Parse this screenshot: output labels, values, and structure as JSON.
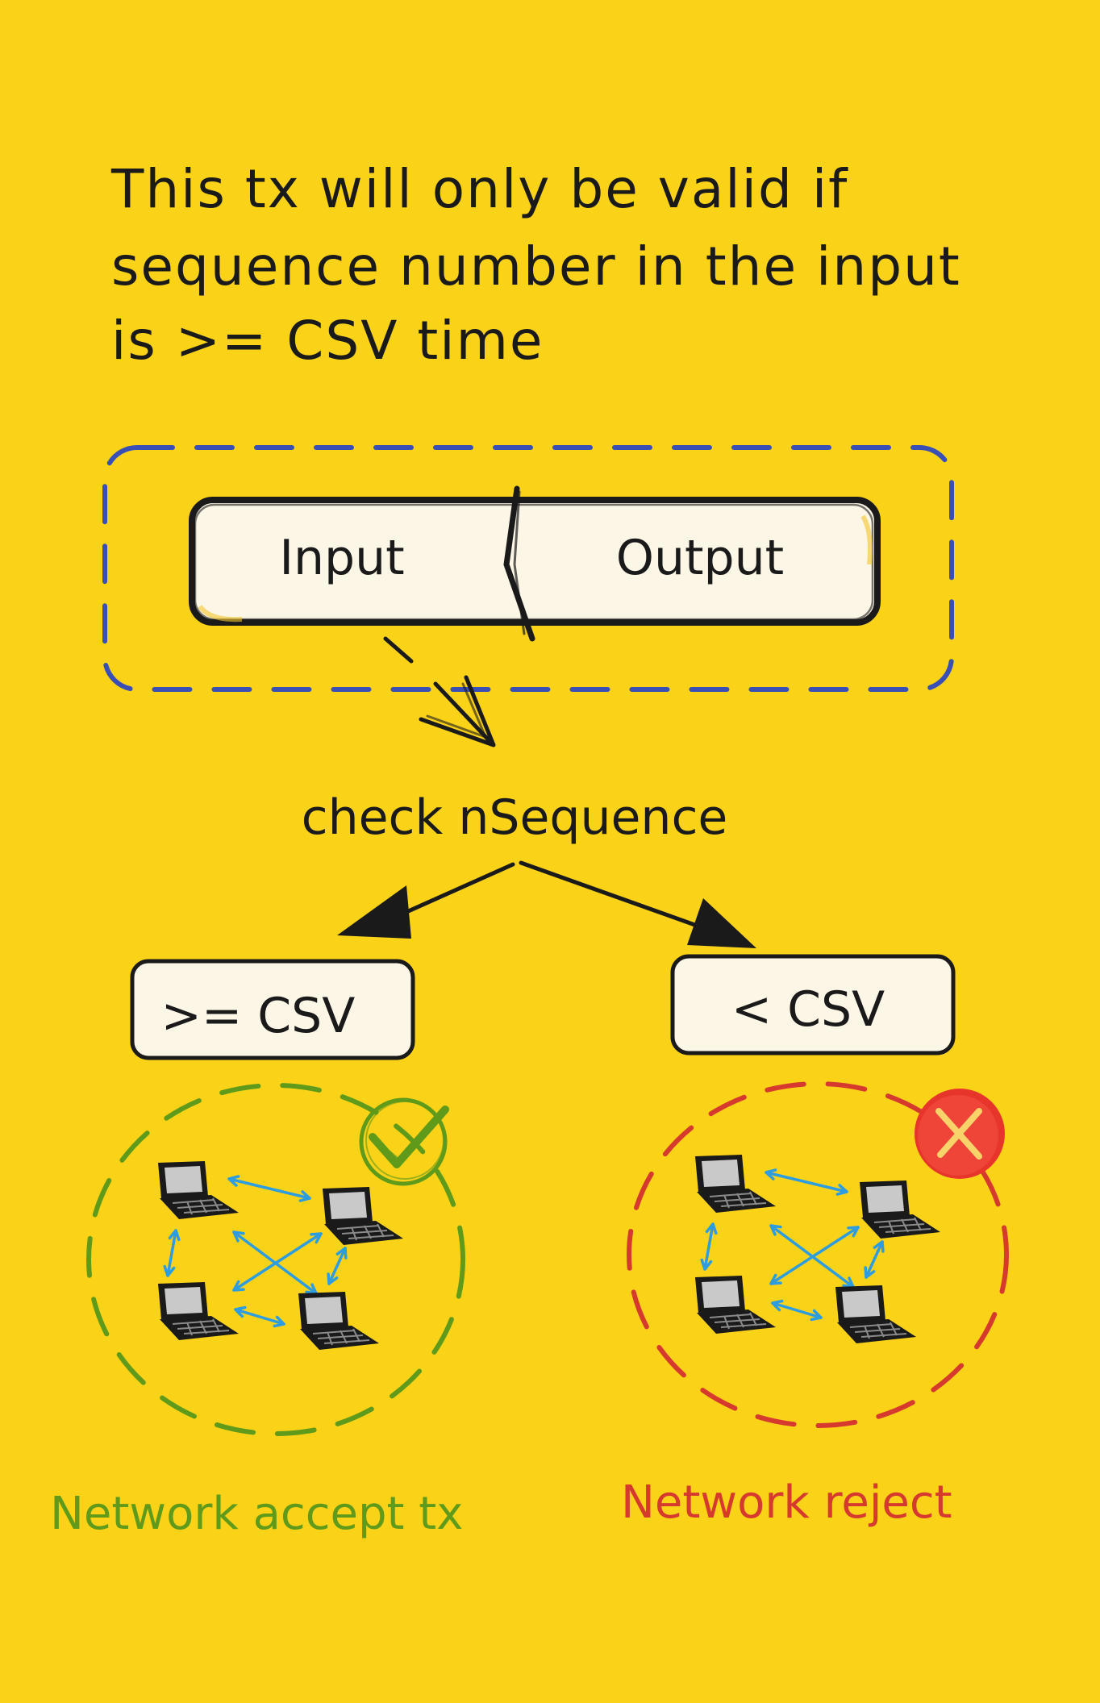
{
  "heading": {
    "lines": [
      "This tx will only be valid if",
      "sequence number in the input",
      "is >= CSV time"
    ]
  },
  "tx_box": {
    "input_label": "Input",
    "output_label": "Output"
  },
  "decision": {
    "label": "check nSequence"
  },
  "branches": {
    "left_label": ">= CSV",
    "right_label": "< CSV"
  },
  "outcomes": {
    "accept_label": "Network accept tx",
    "reject_label": "Network reject"
  },
  "colors": {
    "background": "#fad218",
    "ink": "#1a1a1a",
    "box_fill": "#fcf6e6",
    "tx_group_dash": "#3a4fb6",
    "accept": "#5f9a1b",
    "reject": "#d63a2e",
    "peer_link": "#2e9de0",
    "laptop_screen": "#c9c9c9"
  },
  "icons": {
    "accept_badge": "check-icon",
    "reject_badge": "x-icon",
    "node": "laptop-icon"
  }
}
